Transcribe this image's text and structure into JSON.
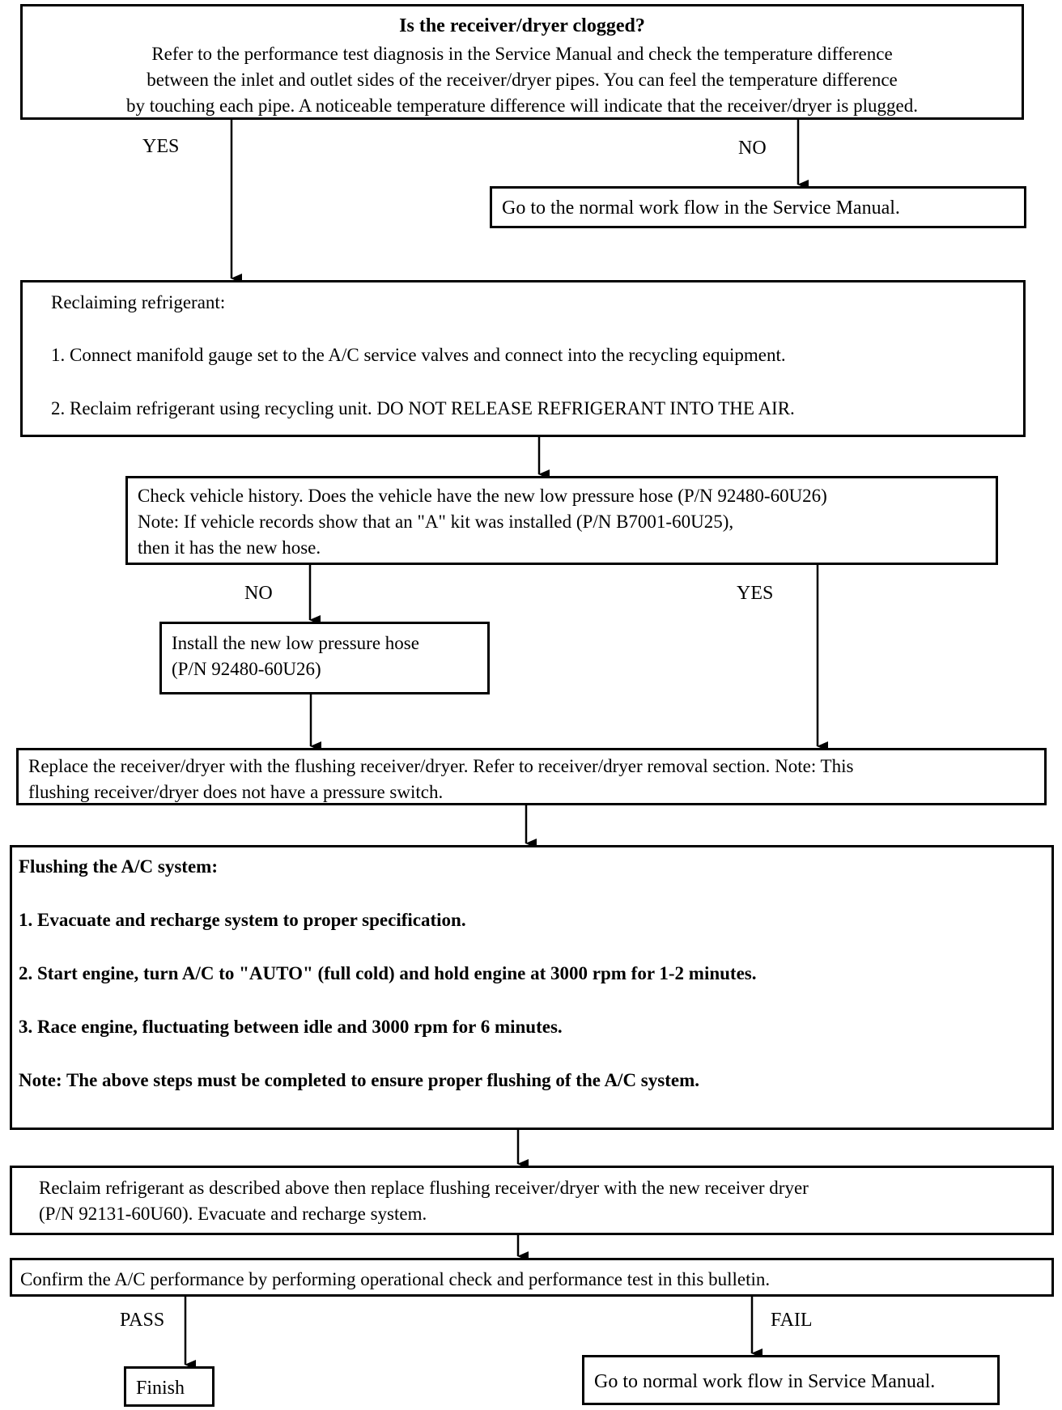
{
  "q1": {
    "title": "Is the receiver/dryer clogged?",
    "lines": [
      "Refer to the performance test diagnosis in the Service Manual and check the temperature difference",
      "between the inlet and outlet sides of the receiver/dryer pipes.  You can feel the temperature difference",
      "by touching each pipe.  A noticeable temperature difference will indicate that the receiver/dryer is plugged."
    ]
  },
  "q1_yes": "YES",
  "q1_no": "NO",
  "normal_flow_1": "Go to the normal work flow in the Service Manual.",
  "reclaim": {
    "title": "Reclaiming refrigerant:",
    "step1": "1.  Connect manifold gauge set to the A/C service valves and connect into the recycling equipment.",
    "step2": "2.  Reclaim refrigerant using recycling unit.  DO NOT RELEASE REFRIGERANT INTO THE AIR."
  },
  "history": {
    "lines": [
      "Check vehicle history. Does the vehicle have the new low pressure hose  (P/N 92480-60U26)",
      "Note:  If vehicle records show that an \"A\" kit was installed (P/N B7001-60U25),",
      "then it has the new hose."
    ]
  },
  "history_no": "NO",
  "history_yes": "YES",
  "install_hose": {
    "lines": [
      "Install the new low pressure hose",
      "(P/N 92480-60U26)"
    ]
  },
  "replace": {
    "lines": [
      "Replace the receiver/dryer with the flushing receiver/dryer.  Refer to receiver/dryer removal section.  Note: This",
      "flushing receiver/dryer does not have a pressure switch."
    ]
  },
  "flushing": {
    "title": "Flushing the A/C system:",
    "step1": "1.  Evacuate and recharge system to proper specification.",
    "step2": "2.  Start engine, turn A/C to \"AUTO\" (full cold) and hold engine at 3000 rpm for 1-2 minutes.",
    "step3": "3.  Race engine, fluctuating between idle and 3000 rpm for 6 minutes.",
    "note": "Note:  The above steps must be completed to ensure proper flushing of the A/C system."
  },
  "reclaim2": {
    "lines": [
      "Reclaim refrigerant as described above then replace flushing receiver/dryer with the new receiver dryer",
      "(P/N 92131-60U60).  Evacuate and recharge system."
    ]
  },
  "confirm": "Confirm the A/C performance by performing operational check and performance test in this bulletin.",
  "pass": "PASS",
  "fail": "FAIL",
  "finish": "Finish",
  "normal_flow_2": "Go to normal work flow in Service Manual."
}
